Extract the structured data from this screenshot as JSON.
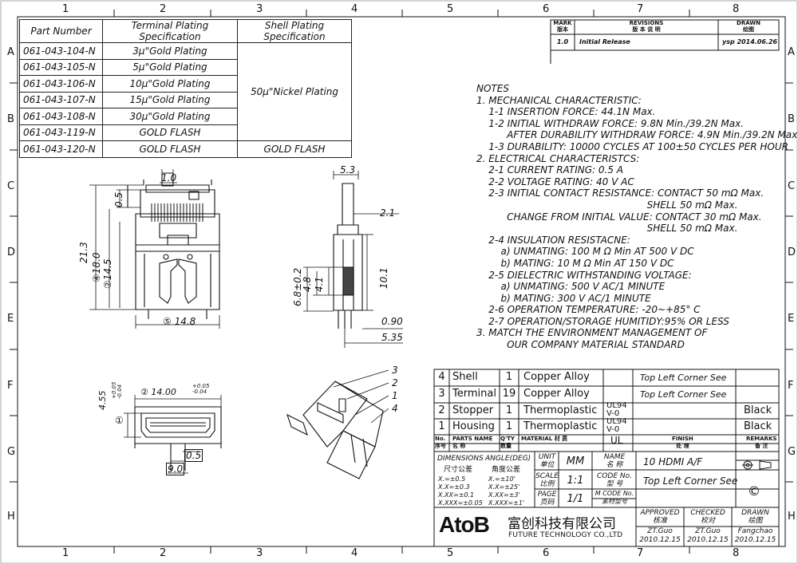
{
  "zone_cols": [
    "1",
    "2",
    "3",
    "4",
    "5",
    "6",
    "7",
    "8"
  ],
  "zone_rows": [
    "A",
    "B",
    "C",
    "D",
    "E",
    "F",
    "G",
    "H"
  ],
  "parts_table": {
    "headers": [
      "Part Number",
      "Terminal Plating Specification",
      "Shell Plating Specification"
    ],
    "rows": [
      {
        "pn": "061-043-104-N",
        "term": "3μ\"Gold Plating"
      },
      {
        "pn": "061-043-105-N",
        "term": "5μ\"Gold Plating"
      },
      {
        "pn": "061-043-106-N",
        "term": "10μ\"Gold Plating"
      },
      {
        "pn": "061-043-107-N",
        "term": "15μ\"Gold Plating"
      },
      {
        "pn": "061-043-108-N",
        "term": "30μ\"Gold Plating"
      },
      {
        "pn": "061-043-119-N",
        "term": "GOLD FLASH"
      },
      {
        "pn": "061-043-120-N",
        "term": "GOLD FLASH"
      }
    ],
    "shell_main": "50μ\"Nickel Plating",
    "shell_last": "GOLD FLASH"
  },
  "revisions": {
    "mark_en": "MARK",
    "mark_cn": "版本",
    "title_en": "REVISIONS",
    "title_cn": "版  本  说  明",
    "drawn_en": "DRAWN",
    "drawn_cn": "绘图",
    "row": {
      "mark": "1.0",
      "desc": "Initial Release",
      "drawn": "ysp 2014.06.26"
    }
  },
  "notes": [
    "NOTES",
    "1. MECHANICAL CHARACTERISTIC:",
    "    1-1 INSERTION FORCE: 44.1N Max.",
    "    1-2 INITIAL WITHDRAW FORCE: 9.8N Min./39.2N Max.",
    "          AFTER DURABILITY WITHDRAW FORCE: 4.9N Min./39.2N Max.",
    "    1-3 DURABILITY: 10000 CYCLES AT 100±50 CYCLES PER HOUR",
    "2. ELECTRICAL CHARACTERISTCS:",
    "    2-1 CURRENT RATING: 0.5 A",
    "    2-2 VOLTAGE RATING: 40 V AC",
    "    2-3 INITIAL CONTACT RESISTANCE: CONTACT 50 mΩ Max.",
    "                                                        SHELL 50 mΩ Max.",
    "          CHANGE FROM INITIAL VALUE: CONTACT 30 mΩ Max.",
    "                                                        SHELL 50 mΩ Max.",
    "    2-4 INSULATION RESISTACNE:",
    "        a) UNMATING: 100 M Ω Min AT 500 V DC",
    "        b) MATING: 10 M Ω Min AT 150 V DC",
    "    2-5 DIELECTRIC WITHSTANDING VOLTAGE:",
    "        a) UNMATING: 500 V AC/1 MINUTE",
    "        b) MATING: 300 V AC/1 MINUTE",
    "    2-6 OPERATION TEMPERATURE: -20~+85° C",
    "    2-7 OPERATION/STORAGE HUMITIDY:95% OR LESS",
    "3. MATCH THE ENVIRONMENT MANAGEMENT OF",
    "          OUR COMPANY MATERIAL STANDARD"
  ],
  "dims": {
    "top_w": "1.0",
    "h05": "0.5",
    "h213": "21.3",
    "h180": "18.0",
    "h145": "14.5",
    "w148": "14.8",
    "c1": "②",
    "c5": "⑤",
    "c4": "④",
    "s53": "5.3",
    "s21": "2.1",
    "s68": "6.8±0.2",
    "s48": "4.8",
    "s41": "4.1",
    "s101": "10.1",
    "s090": "0.90",
    "s535": "5.35",
    "f455": "4.55",
    "f455tol": "+0.05\n-0.04",
    "f1400": "14.00",
    "f1400tol": "+0.05\n-0.04",
    "f05": "0.5",
    "f90": "9.0",
    "c2": "②",
    "c1b": "①"
  },
  "callouts": [
    "3",
    "2",
    "1",
    "4"
  ],
  "bom": [
    {
      "no": "4",
      "name": "Shell",
      "qty": "1",
      "mat": "Copper Alloy",
      "ul": "",
      "finish": "Top Left Corner See",
      "rem": ""
    },
    {
      "no": "3",
      "name": "Terminal",
      "qty": "19",
      "mat": "Copper Alloy",
      "ul": "",
      "finish": "Top Left Corner See",
      "rem": ""
    },
    {
      "no": "2",
      "name": "Stopper",
      "qty": "1",
      "mat": "Thermoplastic",
      "ul": "UL94 V-0",
      "finish": "",
      "rem": "Black"
    },
    {
      "no": "1",
      "name": "Housing",
      "qty": "1",
      "mat": "Thermoplastic",
      "ul": "UL94 V-0",
      "finish": "",
      "rem": "Black"
    }
  ],
  "bom_head": {
    "no": "No.",
    "no_cn": "序号",
    "parts": "PARTS NAME",
    "parts_cn": "名  称",
    "qty": "Q'TY",
    "qty_cn": "数量",
    "mat": "MATERIAL",
    "mat_cn": "材  质",
    "ul": "UL",
    "finish": "FINISH",
    "finish_cn": "处  理",
    "rem": "REMARKS",
    "rem_cn": "备  注"
  },
  "title_block": {
    "dims_en": "DIMENSIONS",
    "dims_cn": "尺寸公差",
    "angle_en": "ANGLE(DEG)",
    "angle_cn": "角度公差",
    "tol_lin": [
      "X.=±0.5",
      "X.X=±0.3",
      "X.XX=±0.1",
      "X.XXX=±0.05"
    ],
    "tol_ang": [
      "X.=±10'",
      "X.X=±25'",
      "X.XX=±3'",
      "X.XXX=±1'"
    ],
    "unit_en": "UNIT",
    "unit_cn": "单位",
    "unit_val": "MM",
    "name_en": "NAME",
    "name_cn": "名  称",
    "name_val": "10 HDMI A/F",
    "scale_en": "SCALE",
    "scale_cn": "比例",
    "scale_val": "1:1",
    "code_en": "CODE No.",
    "code_cn": "型  号",
    "code_val": "Top Left Corner See",
    "page_en": "PAGE",
    "page_cn": "页码",
    "page_val": "1/1",
    "mcode_en": "M CODE No.",
    "mcode_cn": "素材型号",
    "company_logo": "AtoB",
    "company_cn": "富创科技有限公司",
    "company_en": "FUTURE TECHNOLOGY CO.,LTD",
    "approved_en": "APPROVED",
    "approved_cn": "核准",
    "approved_name": "ZT.Guo",
    "approved_date": "2010.12.15",
    "checked_en": "CHECKED",
    "checked_cn": "校对",
    "checked_name": "ZT.Guo",
    "checked_date": "2010.12.15",
    "drawn_en": "DRAWN",
    "drawn_cn": "绘图",
    "drawn_name": "Fangchao",
    "drawn_date": "2010.12.15",
    "copyright": "©"
  }
}
